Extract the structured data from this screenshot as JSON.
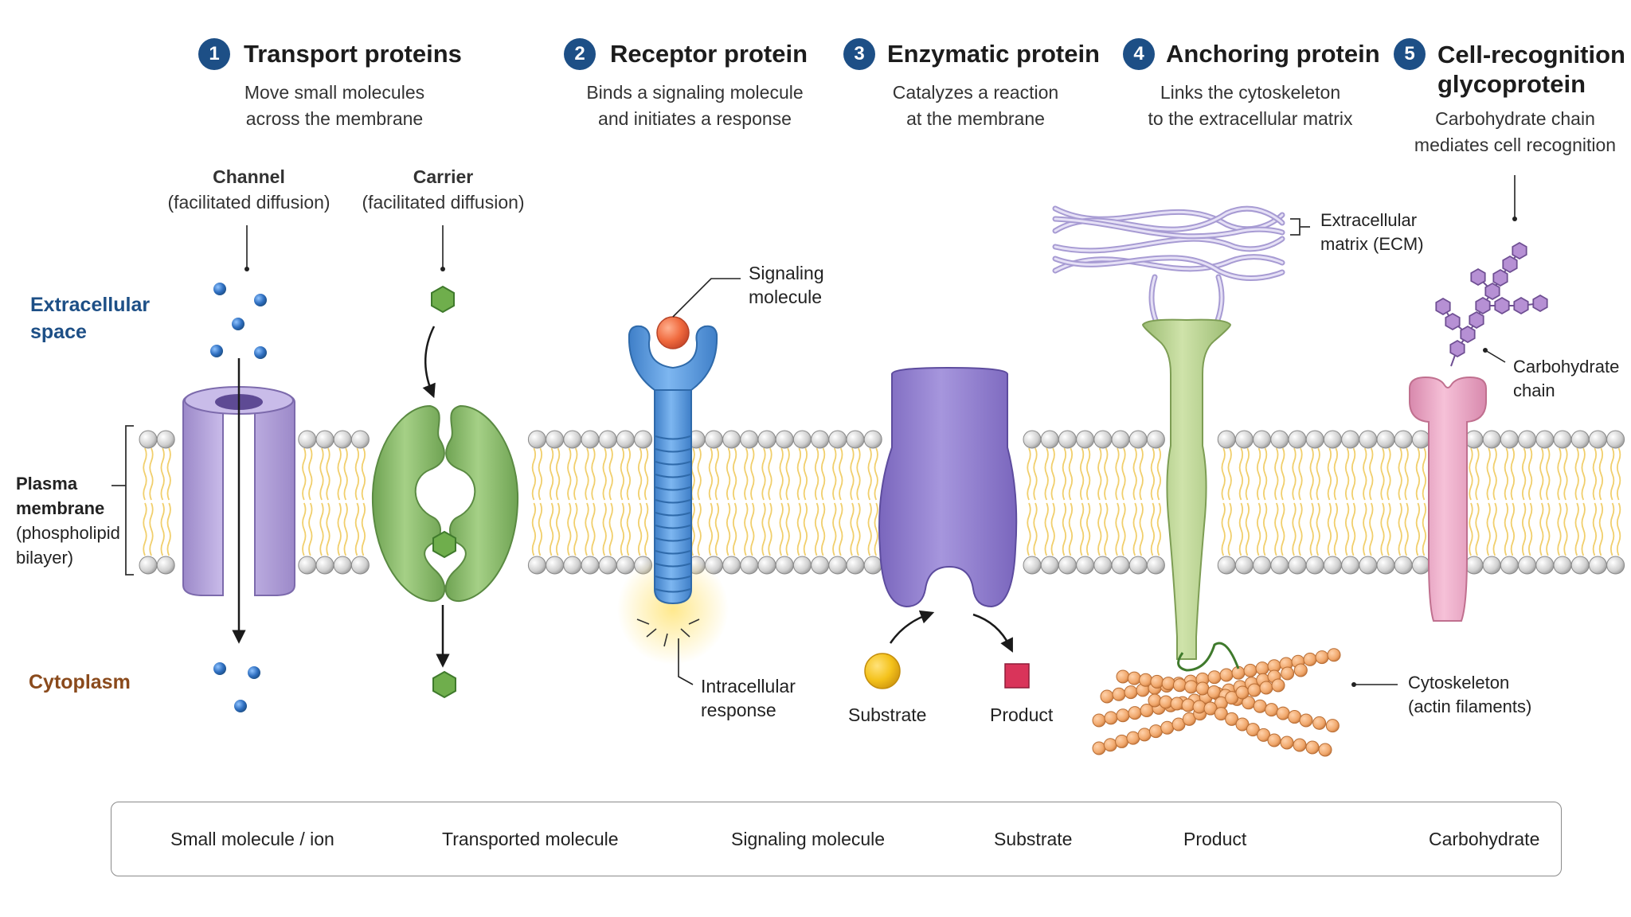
{
  "sections": [
    {
      "number": "1",
      "title": "Transport proteins",
      "subtitle": [
        "Move small molecules",
        "across the membrane"
      ]
    },
    {
      "number": "2",
      "title": "Receptor protein",
      "subtitle": [
        "Binds a signaling molecule",
        "and initiates a response"
      ]
    },
    {
      "number": "3",
      "title": "Enzymatic protein",
      "subtitle": [
        "Catalyzes a reaction",
        "at the membrane"
      ]
    },
    {
      "number": "4",
      "title": "Anchoring protein",
      "subtitle": [
        "Links the cytoskeleton",
        "to the extracellular matrix"
      ]
    },
    {
      "number": "5",
      "title": [
        "Cell-recognition",
        "glycoprotein"
      ],
      "subtitle": [
        "Carbohydrate chain",
        "mediates cell recognition"
      ]
    }
  ],
  "transport": {
    "channel": {
      "title": "Channel",
      "sub": "(facilitated diffusion)"
    },
    "carrier": {
      "title": "Carrier",
      "sub": "(facilitated diffusion)"
    }
  },
  "regions": {
    "extracellular": [
      "Extracellular",
      "space"
    ],
    "membrane": [
      "Plasma",
      "membrane",
      "(phospholipid",
      "bilayer)"
    ],
    "cytoplasm": "Cytoplasm"
  },
  "labels": {
    "signaling_molecule": [
      "Signaling",
      "molecule"
    ],
    "intracellular_response": [
      "Intracellular",
      "response"
    ],
    "substrate": "Substrate",
    "product": "Product",
    "ecm": [
      "Extracellular",
      "matrix (ECM)"
    ],
    "carbohydrate_chain": [
      "Carbohydrate",
      "chain"
    ],
    "cytoskeleton": [
      "Cytoskeleton",
      "(actin filaments)"
    ]
  },
  "legend": [
    {
      "icon": "small-molecule",
      "label": "Small molecule / ion"
    },
    {
      "icon": "transported-molecule",
      "label": "Transported molecule"
    },
    {
      "icon": "signaling-molecule",
      "label": "Signaling molecule"
    },
    {
      "icon": "substrate",
      "label": "Substrate"
    },
    {
      "icon": "product",
      "label": "Product"
    },
    {
      "icon": "carbohydrate",
      "label": "Carbohydrate"
    }
  ],
  "colors": {
    "accent_blue": "#1d4f86",
    "cytoplasm_brown": "#8a4a1c",
    "channel_purple": "#b7a6dc",
    "carrier_green": "#8dbd6e",
    "receptor_blue": "#5a9be0",
    "enzyme_purple": "#8f7ccf",
    "anchor_green": "#b6d08f",
    "glyco_pink": "#eba6c6",
    "ecm_lavender": "#c9c2e6",
    "actin_orange": "#f0a76b",
    "signal_red": "#f06a3e",
    "substrate_yellow": "#f4c21b",
    "product_red": "#d9345a",
    "lipid_tail": "#f1cf6c"
  }
}
